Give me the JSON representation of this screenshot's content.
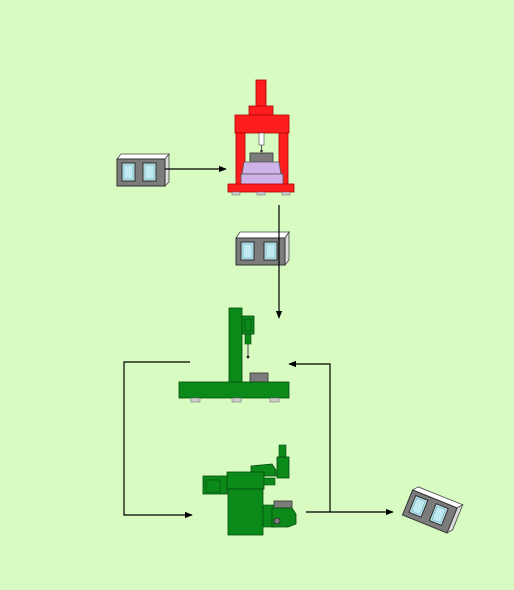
{
  "diagram": {
    "background_color": "#d7fbc1",
    "nodes": [
      {
        "id": "blank-block",
        "kind": "two-window concrete block",
        "icon": "block-icon"
      },
      {
        "id": "press",
        "kind": "hydraulic press machine",
        "icon": "press-icon",
        "color": "#ff1e1e"
      },
      {
        "id": "pressed-block",
        "kind": "two-window concrete block",
        "icon": "block-icon"
      },
      {
        "id": "drill",
        "kind": "drilling machine",
        "icon": "drill-icon",
        "color": "#0b8a1a"
      },
      {
        "id": "lathe",
        "kind": "machining station",
        "icon": "lathe-icon",
        "color": "#0b8a1a"
      },
      {
        "id": "finished-block",
        "kind": "two-window concrete block (tilted)",
        "icon": "block-icon"
      }
    ],
    "edges": [
      {
        "from": "blank-block",
        "to": "press"
      },
      {
        "from": "press",
        "to": "drill"
      },
      {
        "from": "drill",
        "to": "lathe"
      },
      {
        "from": "lathe",
        "to": "drill"
      },
      {
        "from": "lathe",
        "to": "finished-block"
      }
    ],
    "colors": {
      "press_red": "#ff1e1e",
      "machine_green": "#0b8a1a",
      "block_gray": "#7c7c7c",
      "window_blue": "#bfeaf2",
      "die_lavender": "#cdb3e8"
    }
  }
}
